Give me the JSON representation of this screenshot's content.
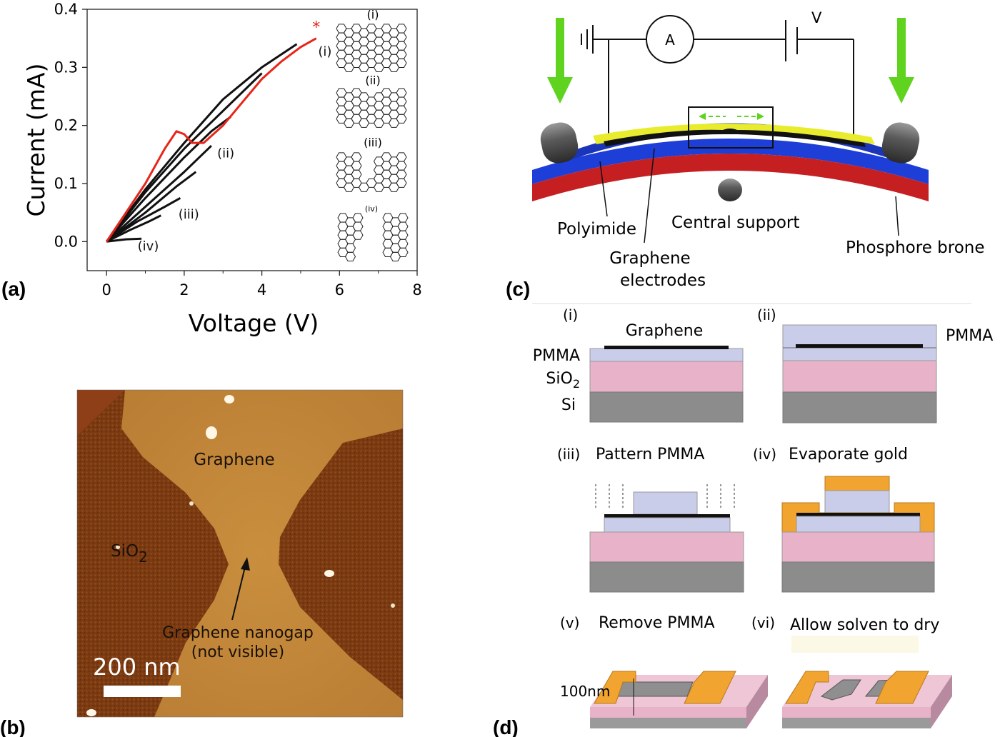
{
  "panel_labels": {
    "a": "(a)",
    "b": "(b)",
    "c": "(c)",
    "d": "(d)"
  },
  "chart_data": {
    "type": "line",
    "xlabel": "Voltage (V)",
    "ylabel": "Current (mA)",
    "xlim": [
      -0.5,
      8
    ],
    "ylim": [
      -0.05,
      0.4
    ],
    "xticks": [
      0,
      2,
      4,
      6,
      8
    ],
    "yticks": [
      0.0,
      0.1,
      0.2,
      0.3,
      0.4
    ],
    "xtick_labels": [
      "0",
      "2",
      "4",
      "6",
      "8"
    ],
    "ytick_labels": [
      "0.0",
      "0.1",
      "0.2",
      "0.3",
      "0.4"
    ],
    "grid": false,
    "series": [
      {
        "color": "#111111",
        "x": [
          0,
          1,
          2,
          3,
          4,
          4.9
        ],
        "y": [
          0,
          0.09,
          0.17,
          0.245,
          0.3,
          0.34
        ]
      },
      {
        "color": "#111111",
        "x": [
          0,
          1,
          2,
          3,
          4
        ],
        "y": [
          0,
          0.085,
          0.16,
          0.225,
          0.29
        ]
      },
      {
        "color": "#111111",
        "x": [
          0,
          1,
          2,
          2.7,
          3.2
        ],
        "y": [
          0,
          0.075,
          0.145,
          0.19,
          0.215
        ]
      },
      {
        "color": "#111111",
        "x": [
          0,
          1,
          2,
          2.7
        ],
        "y": [
          0,
          0.06,
          0.12,
          0.165
        ]
      },
      {
        "color": "#111111",
        "x": [
          0,
          1,
          1.8,
          2.3
        ],
        "y": [
          0,
          0.05,
          0.095,
          0.12
        ]
      },
      {
        "color": "#111111",
        "x": [
          0,
          0.8,
          1.5,
          1.9
        ],
        "y": [
          0,
          0.035,
          0.06,
          0.075
        ]
      },
      {
        "color": "#111111",
        "x": [
          0,
          0.6,
          1.1,
          1.4
        ],
        "y": [
          0,
          0.02,
          0.035,
          0.045
        ]
      },
      {
        "color": "#111111",
        "x": [
          0,
          0.5,
          0.9
        ],
        "y": [
          0,
          0.004,
          0.005
        ]
      },
      {
        "color": "#e8251a",
        "x": [
          0,
          0.5,
          1.0,
          1.5,
          1.8,
          2.0,
          2.2,
          2.5,
          3.0,
          3.5,
          4.0,
          4.5,
          5.0,
          5.4
        ],
        "y": [
          0,
          0.05,
          0.1,
          0.16,
          0.19,
          0.185,
          0.17,
          0.17,
          0.2,
          0.24,
          0.28,
          0.31,
          0.335,
          0.35
        ]
      }
    ],
    "annotations": [
      {
        "text": "*",
        "x": 5.3,
        "y": 0.36,
        "color": "#e8251a"
      },
      {
        "text": "(i)",
        "x": 5.45,
        "y": 0.32
      },
      {
        "text": "(ii)",
        "x": 2.85,
        "y": 0.145
      },
      {
        "text": "(iii)",
        "x": 1.85,
        "y": 0.04
      },
      {
        "text": "(iv)",
        "x": 0.8,
        "y": -0.015
      }
    ]
  },
  "lattice_labels": [
    "(i)",
    "(ii)",
    "(iii)",
    "(iv)"
  ],
  "afm": {
    "graphene": "Graphene",
    "sio2": "SiO",
    "sio2_sub": "2",
    "nanogap_line1": "Graphene nanogap",
    "nanogap_line2": "(not visible)",
    "scale": "200 nm"
  },
  "setup": {
    "ammeter": "A",
    "voltage": "V",
    "polyimide": "Polyimide",
    "central_support": "Central  support",
    "graphene_line1": "Graphene",
    "graphene_line2": "electrodes",
    "phosphore": "Phosphore brone"
  },
  "fab": {
    "step1": "(i)",
    "step2": "(ii)",
    "step3": "(iii)",
    "step3_title": "Pattern PMMA",
    "step4": "(iv)",
    "step4_title": "Evaporate gold",
    "step5": "(v)",
    "step5_title": "Remove PMMA",
    "step6": "(vi)",
    "step6_title": "Allow solven to dry",
    "graphene": "Graphene",
    "pmma": "PMMA",
    "pmma2": "PMMA",
    "sio2": "SiO",
    "sio2_sub": "2",
    "si": "Si",
    "gap": "100nm"
  },
  "colors": {
    "red_curve": "#e8251a",
    "arrow_green": "#5fd31e",
    "polyimide_blue": "#1d3fd8",
    "bronze_red": "#c61f22",
    "electrode_yellow": "#e8ec2c",
    "pmma": "#c9cde9",
    "sio2": "#e8b3c9",
    "si": "#8c8c8c",
    "gold": "#f2a431"
  }
}
